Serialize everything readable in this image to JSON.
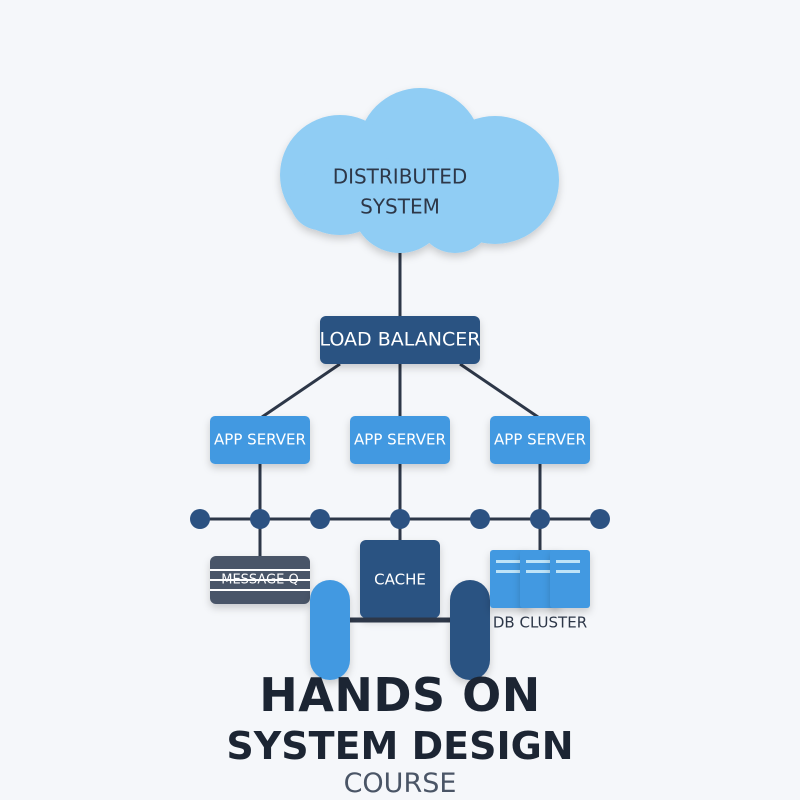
{
  "colors": {
    "background": "#f5f7fa",
    "cloud": "#90cdf4",
    "dark_navy": "#2c5282",
    "bright_blue": "#4299e1",
    "slate": "#4a5568",
    "line": "#2d3748",
    "title_text": "#1a202c"
  },
  "cloud": {
    "line1": "DISTRIBUTED",
    "line2": "SYSTEM"
  },
  "load_balancer": {
    "label": "LOAD BALANCER"
  },
  "app_servers": [
    {
      "label": "APP SERVER"
    },
    {
      "label": "APP SERVER"
    },
    {
      "label": "APP SERVER"
    }
  ],
  "message_queue": {
    "label": "MESSAGE Q"
  },
  "cache": {
    "label": "CACHE"
  },
  "db_cluster": {
    "label": "DB CLUSTER"
  },
  "bus_node_count": 7,
  "title": {
    "line1": "HANDS ON",
    "line2": "SYSTEM DESIGN",
    "line3": "COURSE"
  }
}
